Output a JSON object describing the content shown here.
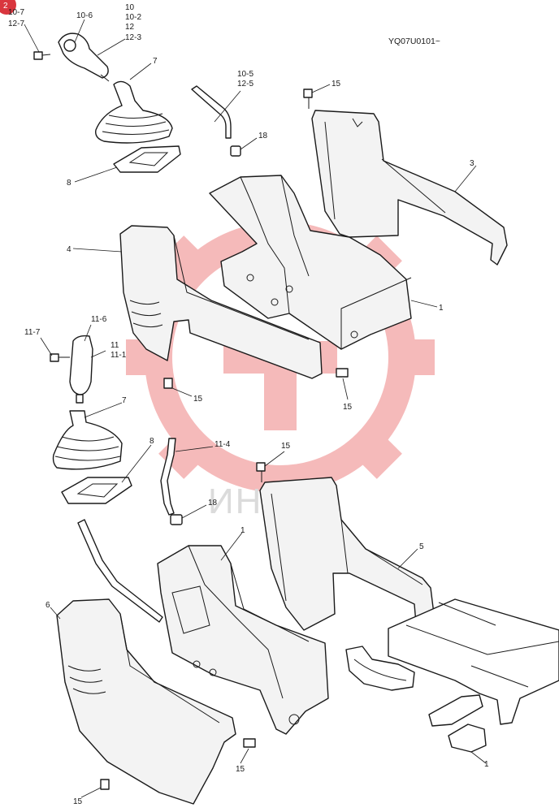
{
  "drawing_code": "YQ07U0101~",
  "watermark": {
    "text": "ИНТЕХ",
    "color": "#f2a3a3",
    "text_color": "#cfcfcf"
  },
  "corner_badge": {
    "text": "2",
    "color": "#d9363e"
  },
  "callouts": {
    "c10_7": "10-7",
    "c12_7": "12-7",
    "c10_6": "10-6",
    "c10": "10",
    "c10_2": "10-2",
    "c12": "12",
    "c12_3": "12-3",
    "c7_top": "7",
    "c8_top": "8",
    "c10_5": "10-5",
    "c12_5": "12-5",
    "c18_top": "18",
    "c15_top_right": "15",
    "c3": "3",
    "c4": "4",
    "c1_mid": "1",
    "c11_6": "11-6",
    "c11_7": "11-7",
    "c11": "11",
    "c11_1": "11-1",
    "c15_mid_left": "15",
    "c15_mid_right": "15",
    "c7_mid": "7",
    "c8_mid": "8",
    "c11_4": "11-4",
    "c15_bottom_top": "15",
    "c18_bottom": "18",
    "c1_bottom": "1",
    "c5": "5",
    "c6": "6",
    "c15_bottom_mid": "15",
    "c15_bottom_left": "15",
    "c1_bottom_right": "1"
  }
}
